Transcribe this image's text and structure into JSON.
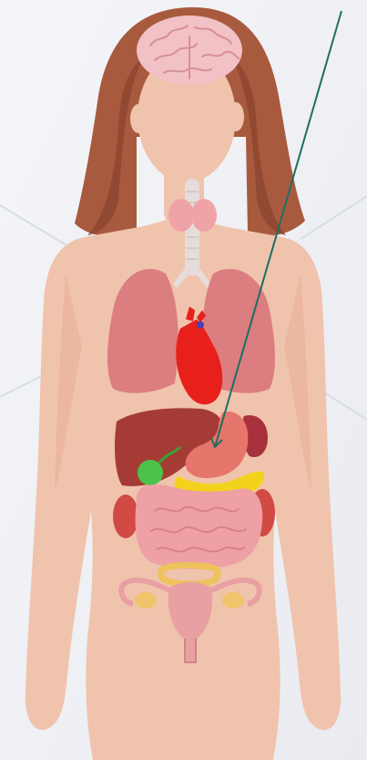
{
  "colors": {
    "background": "#f1f2f6",
    "skin": "#f0c3ad",
    "skin_shadow": "#e7ad95",
    "hair": "#a85a3e",
    "hair_dark": "#8e4630",
    "brain": "#f2c1c6",
    "thyroid": "#f0a3a6",
    "trachea": "#e6dcdc",
    "lungs": "#dc7d80",
    "heart": "#e8201c",
    "liver": "#a43c35",
    "gallbladder": "#4cc24b",
    "stomach": "#e6756c",
    "spleen": "#a8323c",
    "pancreas": "#f3d21c",
    "kidneys": "#d24a44",
    "intestines": "#eea0a5",
    "bladder_ring": "#eec25c",
    "uterus": "#e9a0a3",
    "ovaries": "#f0c46c",
    "pointer_line": "#1f6e61"
  },
  "organs": [
    {
      "name": "brain",
      "icon": "brain-icon"
    },
    {
      "name": "thyroid",
      "icon": "thyroid-icon"
    },
    {
      "name": "trachea",
      "icon": "trachea-icon"
    },
    {
      "name": "lungs",
      "icon": "lungs-icon"
    },
    {
      "name": "heart",
      "icon": "heart-icon"
    },
    {
      "name": "liver",
      "icon": "liver-icon"
    },
    {
      "name": "gallbladder",
      "icon": "gallbladder-icon"
    },
    {
      "name": "stomach",
      "icon": "stomach-icon"
    },
    {
      "name": "spleen",
      "icon": "spleen-icon"
    },
    {
      "name": "pancreas",
      "icon": "pancreas-icon"
    },
    {
      "name": "kidneys",
      "icon": "kidney-icon"
    },
    {
      "name": "intestines",
      "icon": "intestines-icon"
    },
    {
      "name": "bladder",
      "icon": "bladder-icon"
    },
    {
      "name": "uterus",
      "icon": "uterus-icon"
    },
    {
      "name": "ovaries",
      "icon": "ovary-icon"
    }
  ],
  "pointer": {
    "target": "stomach"
  }
}
